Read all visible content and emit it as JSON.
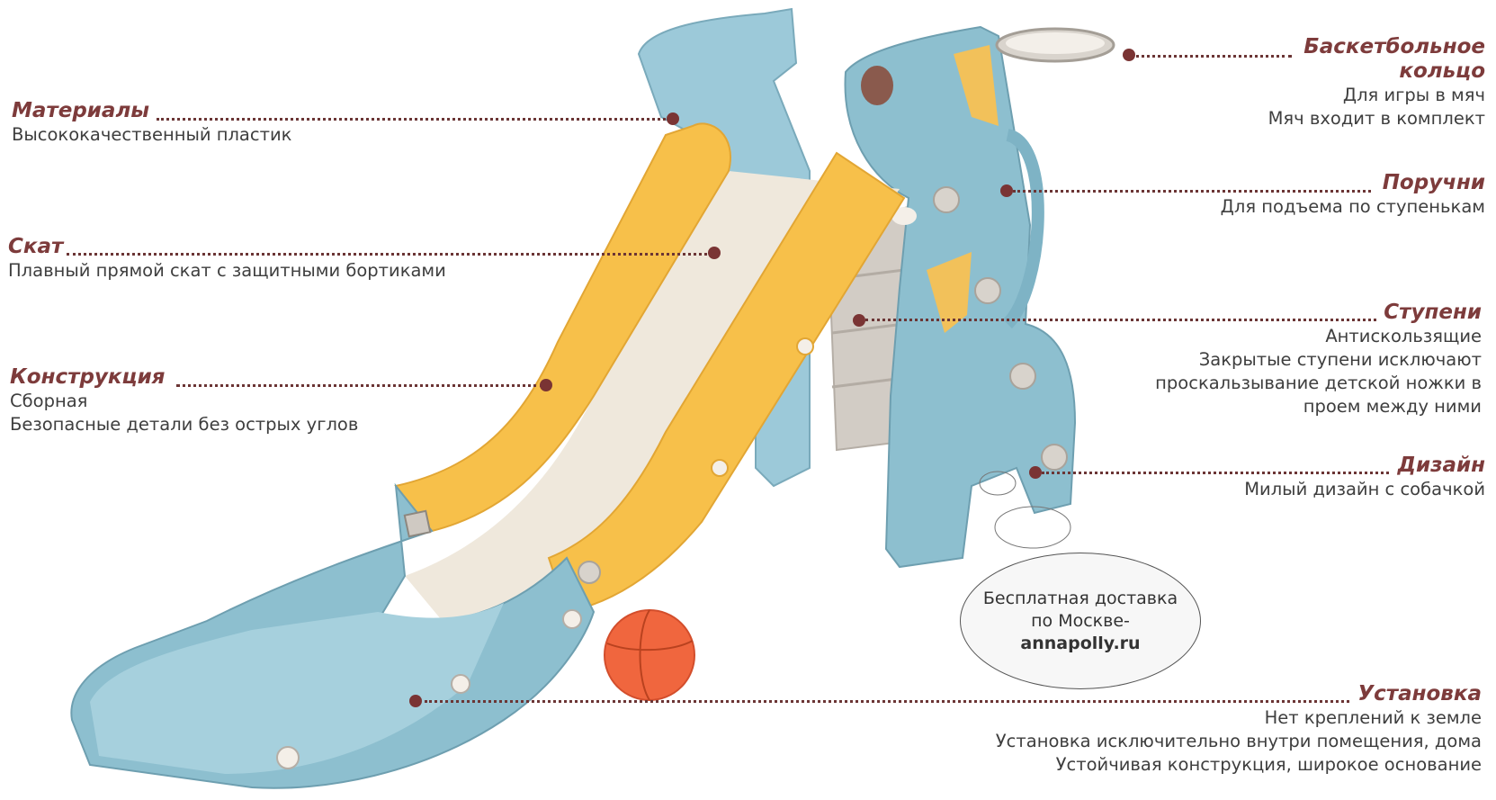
{
  "features": {
    "materials": {
      "title": "Материалы",
      "lines": [
        "Высококачественный пластик"
      ]
    },
    "slope": {
      "title": "Скат",
      "lines": [
        "Плавный прямой скат с защитными бортиками"
      ]
    },
    "construction": {
      "title": "Конструкция",
      "lines": [
        "Сборная",
        "Безопасные детали без острых углов"
      ]
    },
    "basketball": {
      "title_line1": "Баскетбольное",
      "title_line2": "кольцо",
      "lines": [
        "Для игры в мяч",
        "Мяч входит в комплект"
      ]
    },
    "handrails": {
      "title": "Поручни",
      "lines": [
        "Для подъема по ступенькам"
      ]
    },
    "steps": {
      "title": "Ступени",
      "lines": [
        "Антискользящие",
        "Закрытые ступени исключают",
        "проскальзывание детской ножки в",
        "проем между ними"
      ]
    },
    "design": {
      "title": "Дизайн",
      "lines": [
        "Милый дизайн с собачкой"
      ]
    },
    "installation": {
      "title": "Установка",
      "lines": [
        "Нет креплений к земле",
        "Установка исключительно внутри помещения, дома",
        "Устойчивая конструкция, широкое основание"
      ]
    }
  },
  "promo": {
    "line1": "Бесплатная доставка",
    "line2": "по Москве-",
    "site": "annapolly.ru"
  },
  "colors": {
    "accent": "#7d3b3b",
    "blue": "#8dbfcf",
    "yellow": "#f7c04a",
    "cream": "#efe8dc",
    "grey": "#cfc9c2",
    "ball": "#f0663e"
  }
}
